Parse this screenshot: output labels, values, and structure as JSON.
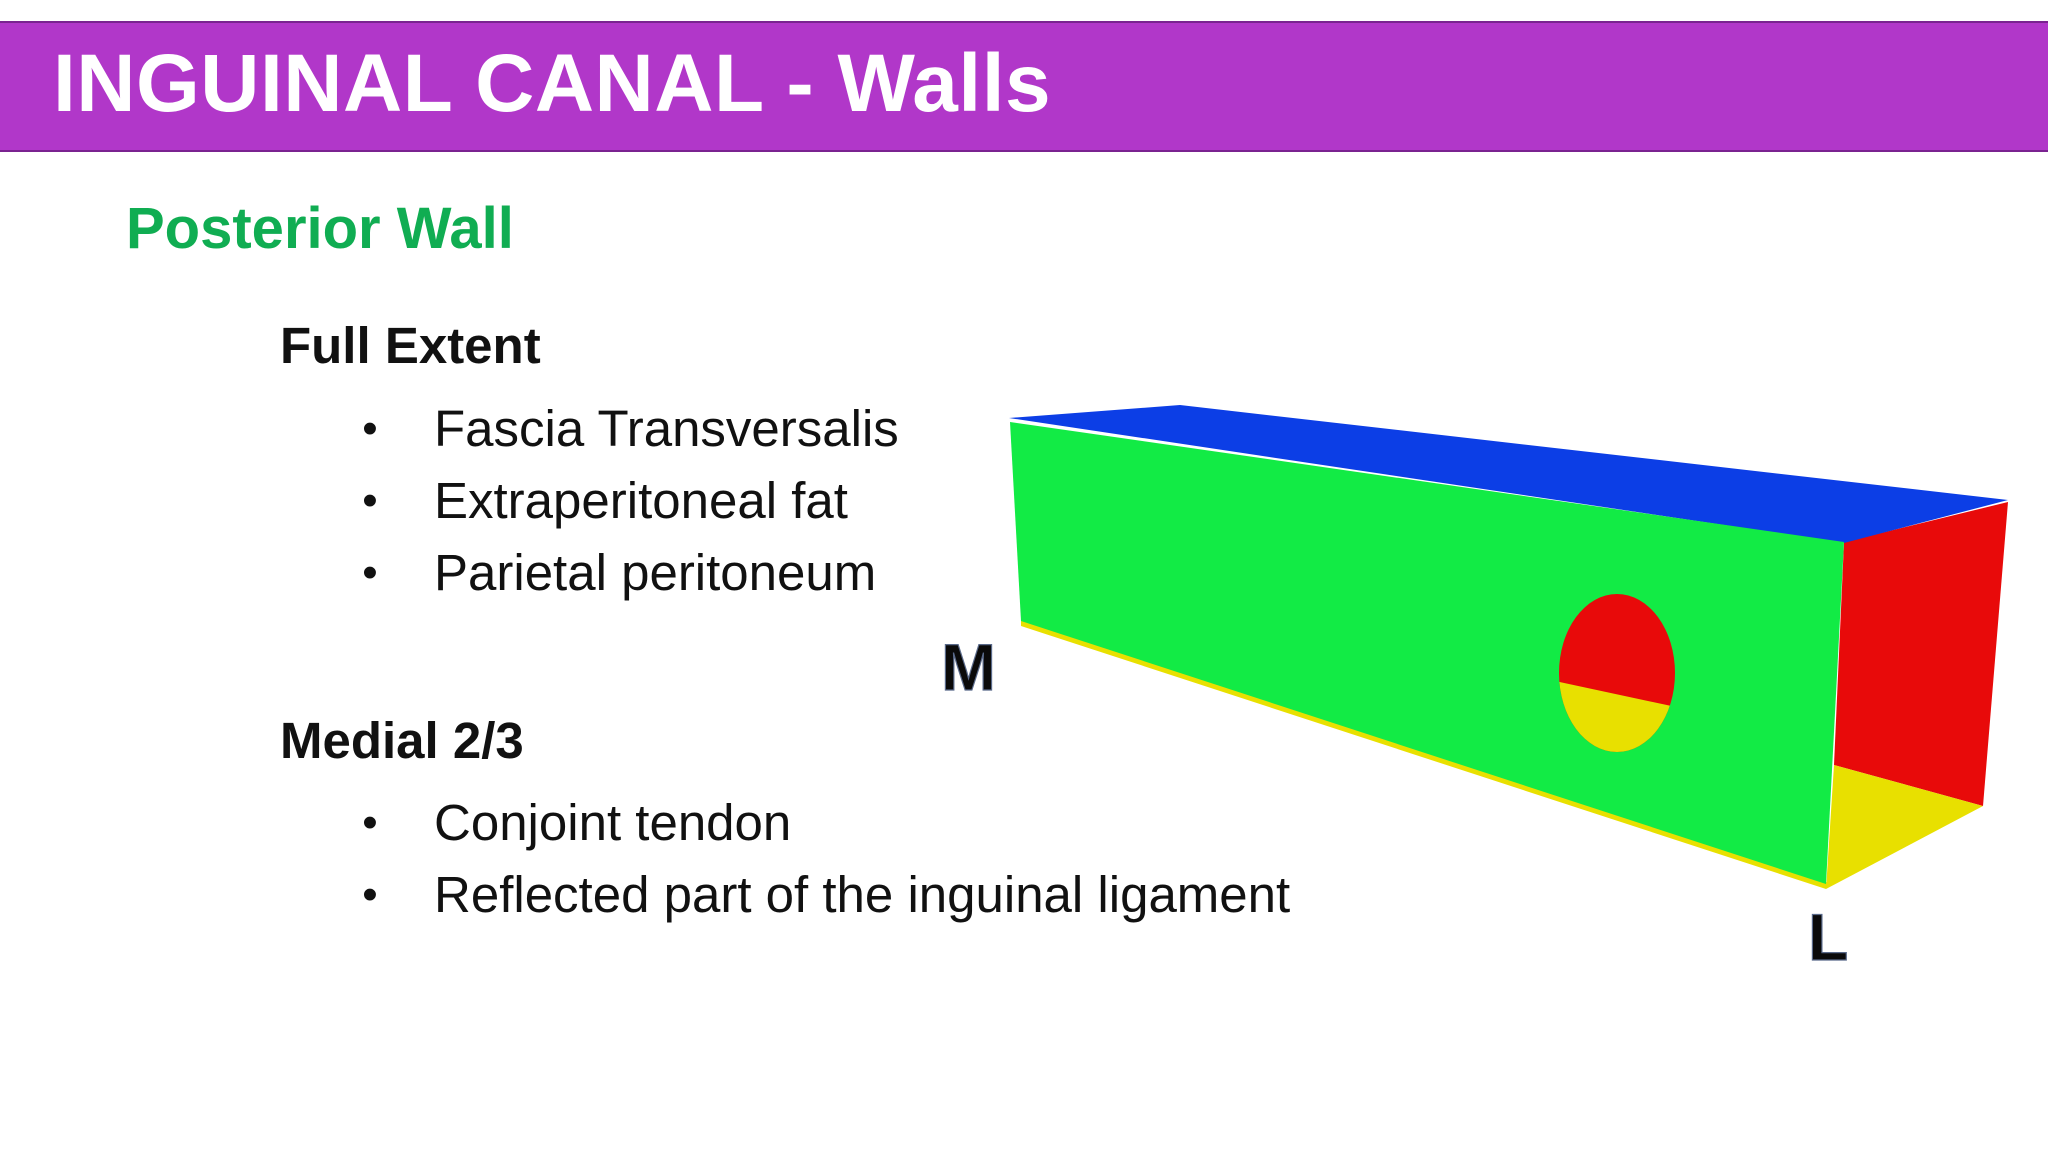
{
  "title": "INGUINAL CANAL - Walls",
  "section_heading": "Posterior Wall",
  "groups": [
    {
      "heading": "Full Extent",
      "items": [
        "Fascia Transversalis",
        "Extraperitoneal fat",
        "Parietal peritoneum"
      ]
    },
    {
      "heading": "Medial 2/3",
      "items": [
        "Conjoint tendon",
        "Reflected part of the inguinal ligament"
      ]
    }
  ],
  "bullet_glyph": "•",
  "diagram": {
    "label_medial": "M",
    "label_lateral": "L",
    "colors": {
      "front_wall": "#12eb45",
      "roof": "#0c3ee6",
      "floor": "#e8e000",
      "lateral_end_upper": "#e80a0a",
      "lateral_end_lower": "#e8e000",
      "ring_upper": "#e80a0a",
      "ring_lower": "#e8e000",
      "title_bar": "#b137c9",
      "section_heading": "#10ad52"
    }
  }
}
